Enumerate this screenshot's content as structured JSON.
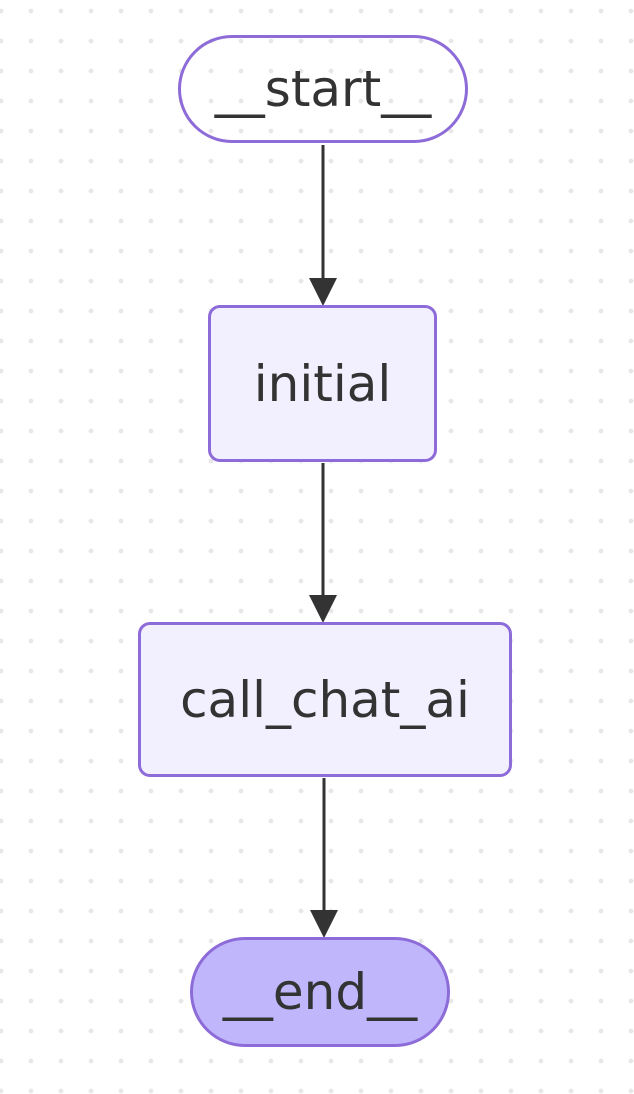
{
  "diagram": {
    "type": "flowchart",
    "direction": "top-down",
    "nodes": [
      {
        "id": "__start__",
        "label": "__start__",
        "shape": "stadium",
        "fill": "transparent",
        "role": "first"
      },
      {
        "id": "initial",
        "label": "initial",
        "shape": "rounded-rect",
        "fill": "#f2f0ff",
        "role": "default"
      },
      {
        "id": "call_chat_ai",
        "label": "call_chat_ai",
        "shape": "rounded-rect",
        "fill": "#f2f0ff",
        "role": "default"
      },
      {
        "id": "__end__",
        "label": "__end__",
        "shape": "stadium",
        "fill": "#bfb6fc",
        "role": "last"
      }
    ],
    "edges": [
      {
        "from": "__start__",
        "to": "initial"
      },
      {
        "from": "initial",
        "to": "call_chat_ai"
      },
      {
        "from": "call_chat_ai",
        "to": "__end__"
      }
    ],
    "colors": {
      "node_border": "#8d6bd8",
      "default_node_fill": "#f2f0ff",
      "last_node_fill": "#bfb6fc",
      "text": "#333333",
      "edge": "#333333",
      "background": "#ffffff",
      "background_dot": "#e7e7e7"
    }
  }
}
